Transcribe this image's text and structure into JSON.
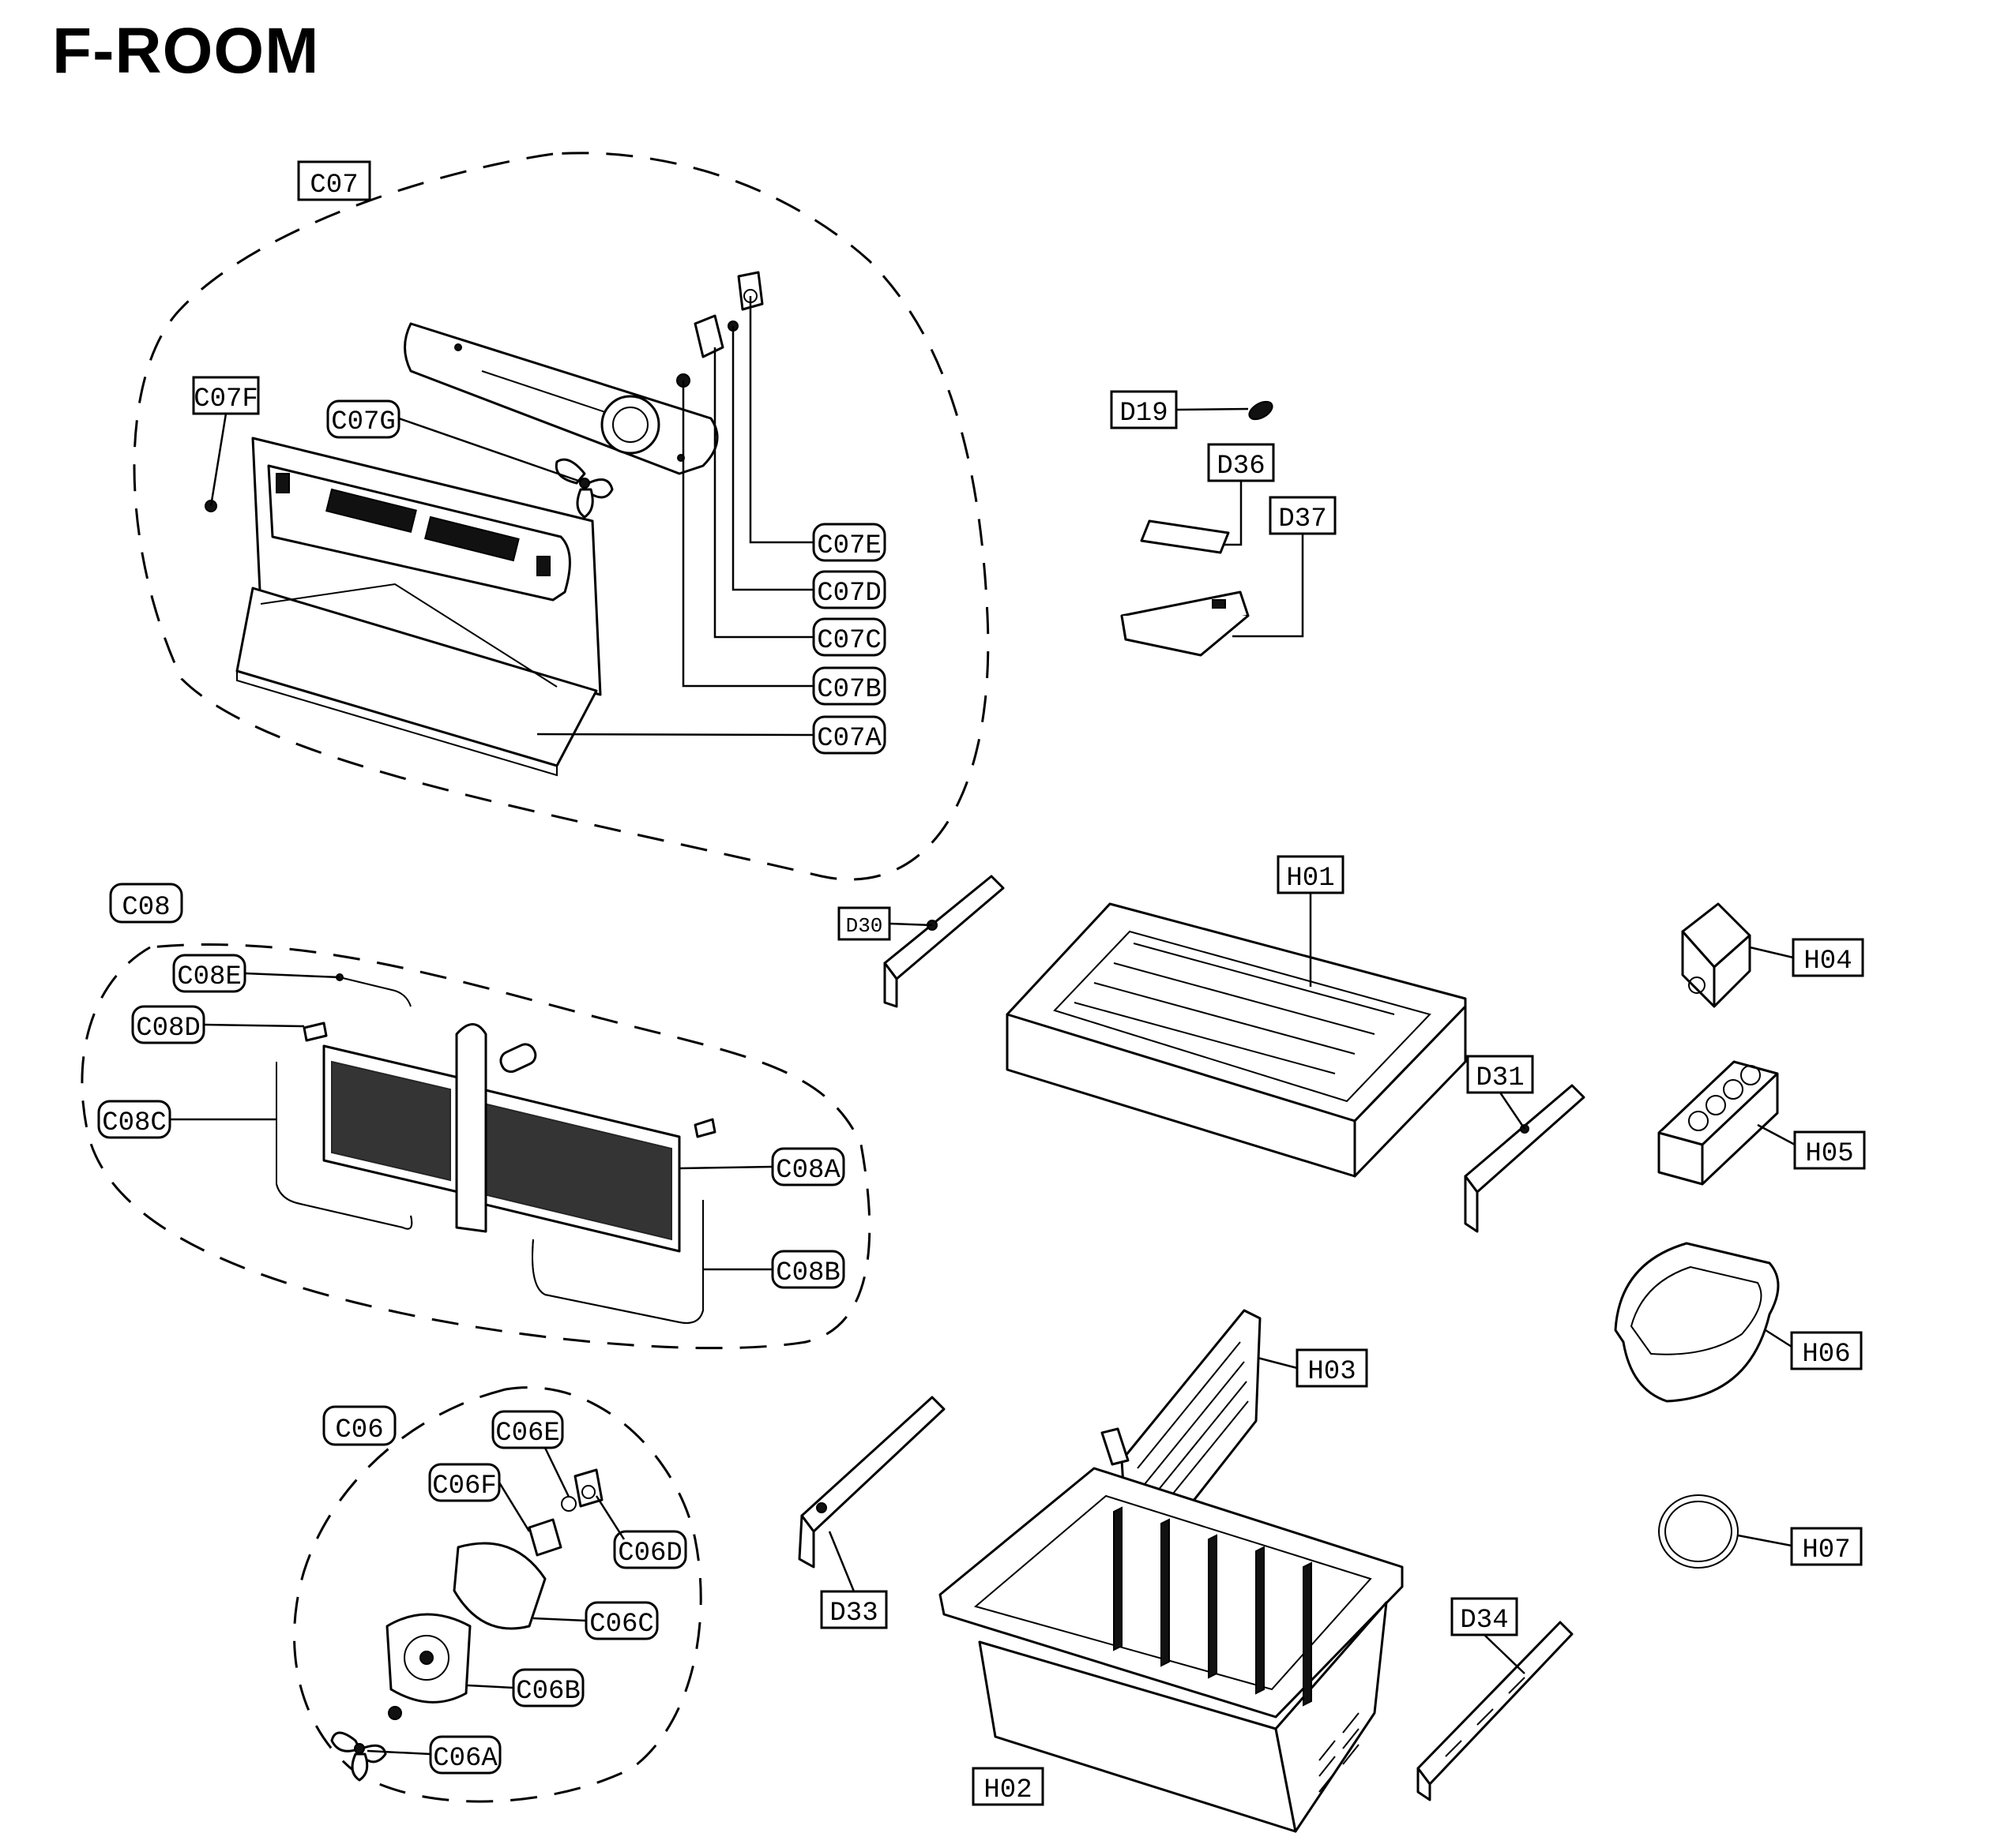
{
  "title": "F-ROOM",
  "groups": {
    "c07": "C07",
    "c08": "C08",
    "c06": "C06"
  },
  "parts": {
    "c07f": "C07F",
    "c07g": "C07G",
    "c07e": "C07E",
    "c07d": "C07D",
    "c07c": "C07C",
    "c07b": "C07B",
    "c07a": "C07A",
    "d19": "D19",
    "d36": "D36",
    "d37": "D37",
    "c08e": "C08E",
    "c08d": "C08D",
    "c08c": "C08C",
    "c08a": "C08A",
    "c08b": "C08B",
    "d30": "D30",
    "h01": "H01",
    "h04": "H04",
    "d31": "D31",
    "h05": "H05",
    "h06": "H06",
    "h03": "H03",
    "h07": "H07",
    "c06e": "C06E",
    "c06f": "C06F",
    "c06d": "C06D",
    "c06c": "C06C",
    "c06b": "C06B",
    "c06a": "C06A",
    "d33": "D33",
    "d34": "D34",
    "h02": "H02"
  }
}
